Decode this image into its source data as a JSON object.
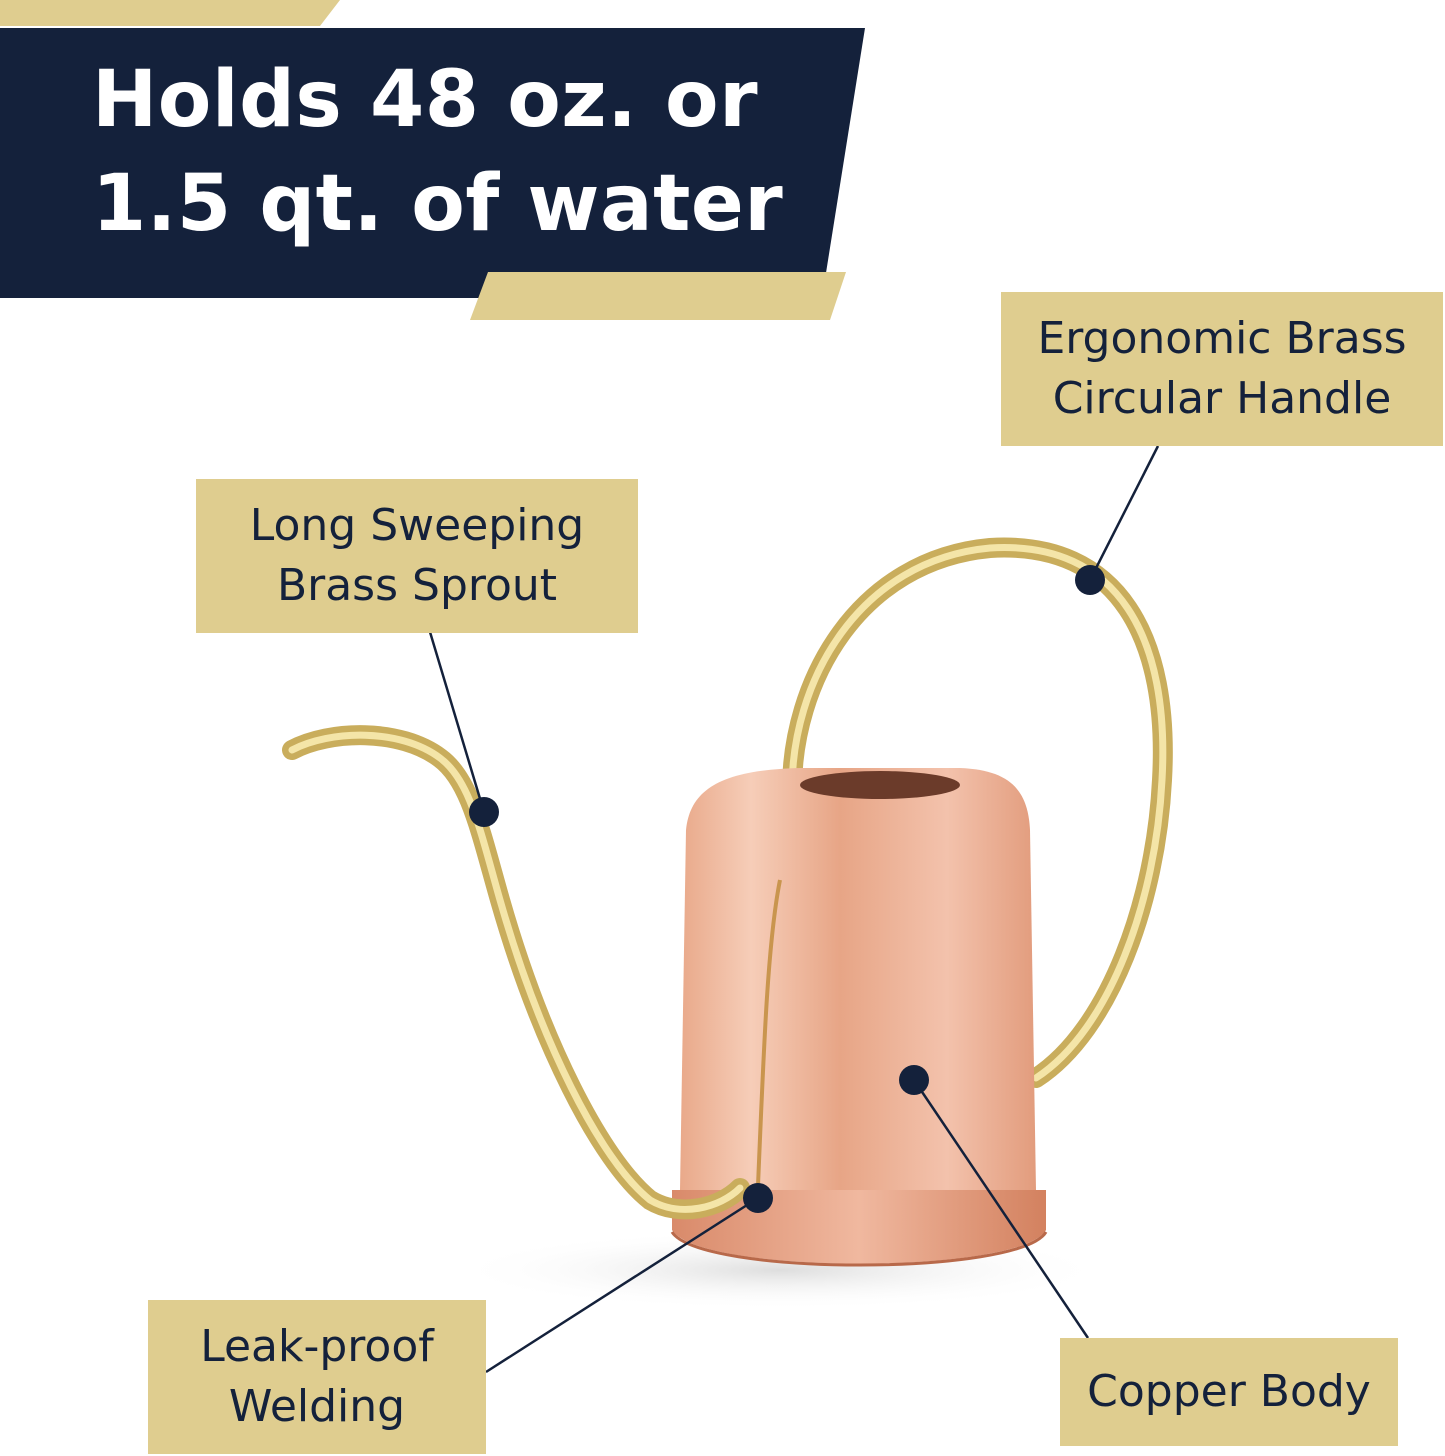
{
  "banner": {
    "line1": "Holds 48 oz. or",
    "line2": "1.5 qt. of water"
  },
  "callouts": {
    "handle": {
      "line1": "Ergonomic Brass",
      "line2": "Circular Handle"
    },
    "spout": {
      "line1": "Long Sweeping",
      "line2": "Brass Sprout"
    },
    "welding": {
      "line1": "Leak-proof",
      "line2": "Welding"
    },
    "body": {
      "line1": "Copper Body"
    }
  },
  "colors": {
    "navy": "#14213b",
    "gold": "#dfcd8f",
    "copper": "#e6a487",
    "brass": "#d9c27a"
  }
}
